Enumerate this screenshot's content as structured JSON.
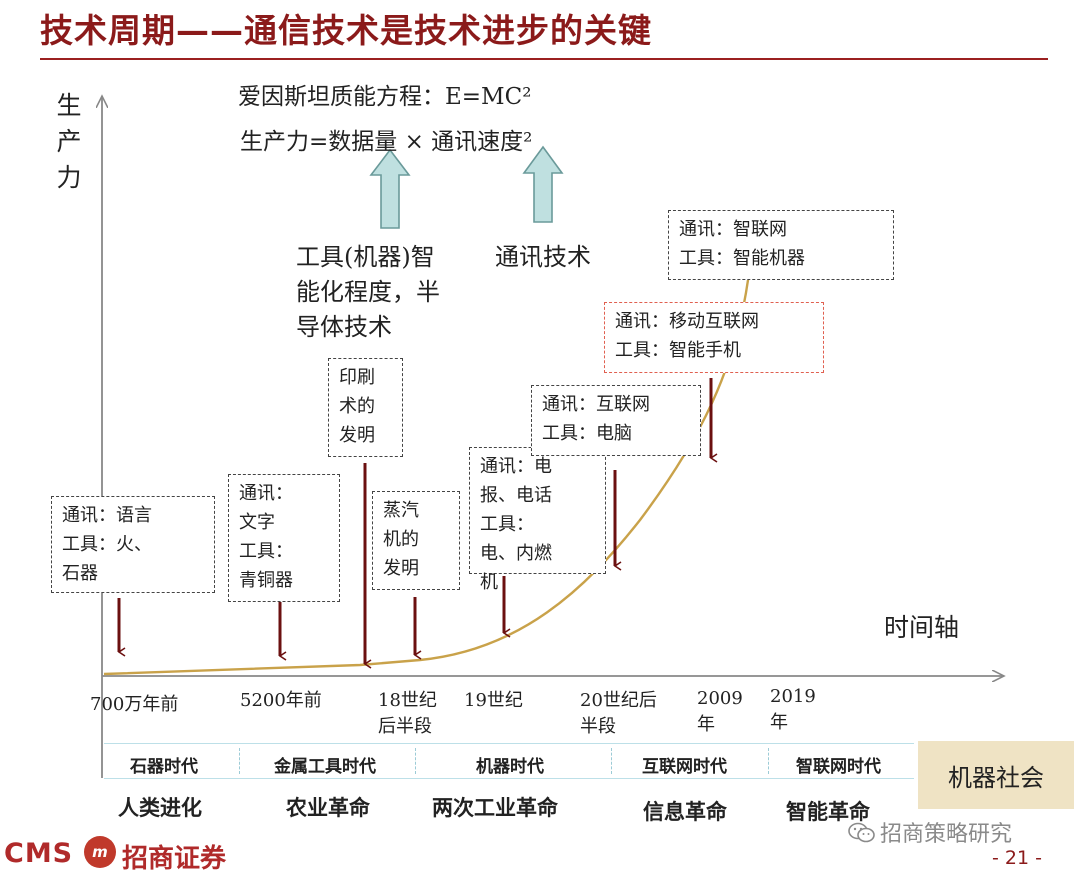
{
  "title": "技术周期——通信技术是技术进步的关键",
  "y_axis_label": "生\n产\n力",
  "x_axis_label": "时间轴",
  "formulas": {
    "einstein": "爱因斯坦质能方程：E=MC²",
    "productivity": "生产力=数据量 × 通讯速度²"
  },
  "arrow_notes": {
    "tools": "工具(机器)智\n能化程度，半\n导体技术",
    "comm": "通讯技术"
  },
  "boxes": {
    "stone": "通讯：语言\n工具：火、\n石器",
    "bronze": "通讯：\n文字\n工具：\n青铜器",
    "printing": "印刷\n术的\n发明",
    "steam": "蒸汽\n机的\n发明",
    "telegraph": "通讯：电\n报、电话\n工具：\n电、内燃\n机",
    "internet": "通讯：互联网\n工具：电脑",
    "mobile": "通讯：移动互联网\n工具：智能手机",
    "iot": "通讯：智联网\n工具：智能机器"
  },
  "ticks": {
    "t1": "700万年前",
    "t2": "5200年前",
    "t3": "18世纪\n后半段",
    "t4": "19世纪",
    "t5": "20世纪后\n半段",
    "t6": "2009\n年",
    "t7": "2019\n年"
  },
  "eras": [
    "石器时代",
    "金属工具时代",
    "机器时代",
    "互联网时代",
    "智联网时代"
  ],
  "revolutions": [
    "人类进化",
    "农业革命",
    "两次工业革命",
    "信息革命",
    "智能革命"
  ],
  "future_era": "机器社会",
  "footer": {
    "logo_letters": "CMS",
    "logo_mark": "m",
    "company": "招商证券",
    "watermark": "招商策略研究",
    "page": "- 21 -"
  },
  "colors": {
    "title": "#8b1a1a",
    "curve": "#c9a24a",
    "event_arrow": "#6b1010",
    "up_arrow_fill": "#bfe0e0",
    "up_arrow_stroke": "#6a9a9a",
    "future_bg": "#efe3c4"
  },
  "icons": [
    "wechat-icon"
  ]
}
